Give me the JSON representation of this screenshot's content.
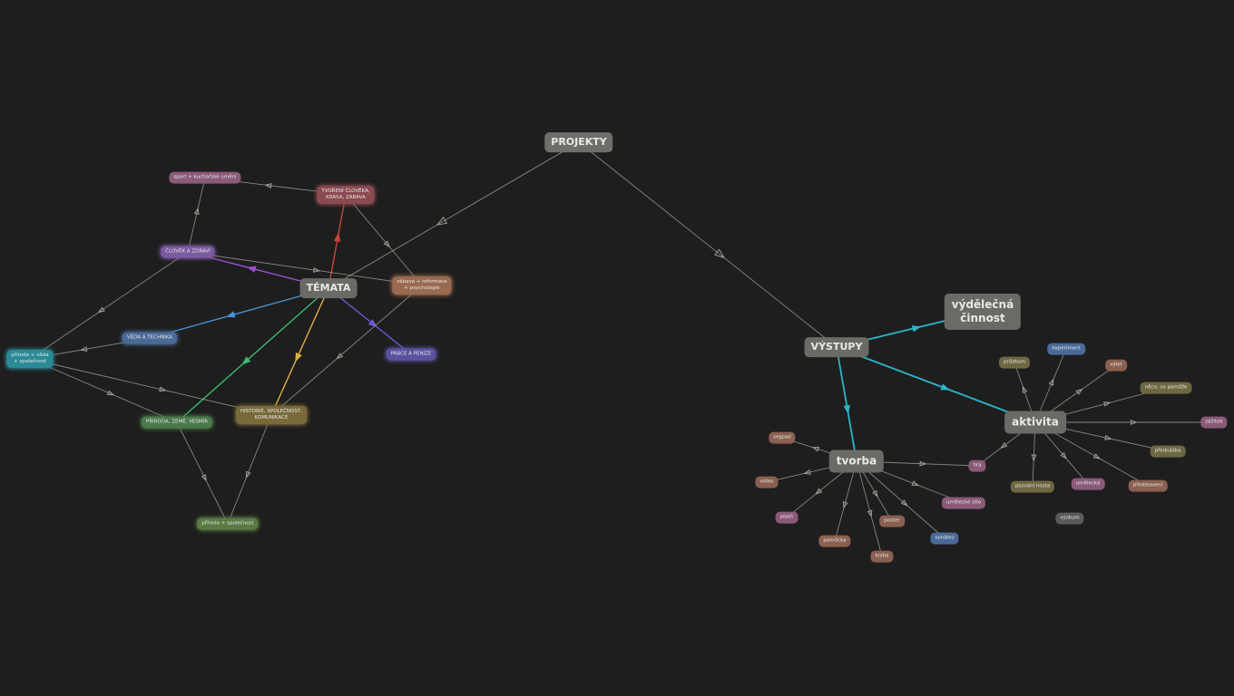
{
  "colors": {
    "background": "#1e1e1e",
    "edge_default": "#a8a8a0",
    "edge_cyan": "#2bb5c8"
  },
  "nodes": [
    {
      "id": "projekty",
      "label": "PROJEKTY",
      "color": "#6e6e6a",
      "size": "m",
      "glow": false
    },
    {
      "id": "temata",
      "label": "TÉMATA",
      "color": "#6a6a66",
      "size": "m",
      "glow": false
    },
    {
      "id": "vystupy",
      "label": "VÝSTUPY",
      "color": "#6a6a66",
      "size": "m",
      "glow": false
    },
    {
      "id": "vydelecna",
      "label": "výdělečná\nčinnost",
      "color": "#6a6a66",
      "size": "l",
      "glow": false
    },
    {
      "id": "tvorba",
      "label": "tvorba",
      "color": "#6a6a66",
      "size": "l",
      "glow": false
    },
    {
      "id": "aktivita",
      "label": "aktivita",
      "color": "#6a6a66",
      "size": "l",
      "glow": false
    },
    {
      "id": "sport",
      "label": "sport + kuchařské umění",
      "color": "#8a5a78",
      "size": "xs",
      "glow": false
    },
    {
      "id": "tvoreni",
      "label": "TVOŘENÍ ČLOVĚKA,\nKRÁSA, ZÁBAVA",
      "color": "#8a4a50",
      "size": "xs",
      "glow": true
    },
    {
      "id": "clovek",
      "label": "ČLOVĚK A ZDRAVÍ",
      "color": "#7a5aa0",
      "size": "xs",
      "glow": true
    },
    {
      "id": "zabava",
      "label": "zábava + informace\n+ psychologie",
      "color": "#9a6a50",
      "size": "xs",
      "glow": true
    },
    {
      "id": "veda",
      "label": "VĚDA A TECHNIKA",
      "color": "#4a6a98",
      "size": "xs",
      "glow": true
    },
    {
      "id": "priroda_veda",
      "label": "příroda + věda\n+ společnost",
      "color": "#2a8a96",
      "size": "xs",
      "glow": true
    },
    {
      "id": "prace",
      "label": "PRÁCE A PENÍZE",
      "color": "#5a52a0",
      "size": "xs",
      "glow": true
    },
    {
      "id": "priroda_zeme",
      "label": "PŘÍRODA, ZEMĚ, VESMÍR",
      "color": "#4a7a4a",
      "size": "xs",
      "glow": true
    },
    {
      "id": "historie",
      "label": "HISTORIE, SPOLEČNOST,\nKOMUNIKACE",
      "color": "#7a6a3a",
      "size": "xs",
      "glow": true
    },
    {
      "id": "priroda_spol",
      "label": "příroda + společnost",
      "color": "#5a7a44",
      "size": "xs",
      "glow": true
    },
    {
      "id": "pruzkum",
      "label": "průzkum",
      "color": "#6e6842",
      "size": "xs",
      "glow": false
    },
    {
      "id": "experiment",
      "label": "experiment",
      "color": "#4a6a98",
      "size": "xs",
      "glow": false
    },
    {
      "id": "vylet",
      "label": "výlet",
      "color": "#8a6050",
      "size": "xs",
      "glow": false
    },
    {
      "id": "neco",
      "label": "něco, co pomůže",
      "color": "#6e6842",
      "size": "xs",
      "glow": false
    },
    {
      "id": "zazitek",
      "label": "zážitek",
      "color": "#8a5a78",
      "size": "xs",
      "glow": false
    },
    {
      "id": "prednaska",
      "label": "přednáška",
      "color": "#6e6842",
      "size": "xs",
      "glow": false
    },
    {
      "id": "predstaveni",
      "label": "představení",
      "color": "#8a6050",
      "size": "xs",
      "glow": false
    },
    {
      "id": "umelecka",
      "label": "umělecká",
      "color": "#8a5a78",
      "size": "xs",
      "glow": false
    },
    {
      "id": "pozvani",
      "label": "pozvání hosta",
      "color": "#6e6842",
      "size": "xs",
      "glow": false
    },
    {
      "id": "vyzkum",
      "label": "výzkum",
      "color": "#5a5a58",
      "size": "xs",
      "glow": false
    },
    {
      "id": "hra",
      "label": "hra",
      "color": "#8a5a78",
      "size": "xs",
      "glow": false
    },
    {
      "id": "organ",
      "label": "orgpad",
      "color": "#8a6050",
      "size": "xs",
      "glow": false
    },
    {
      "id": "video",
      "label": "video",
      "color": "#8a6050",
      "size": "xs",
      "glow": false
    },
    {
      "id": "pisen",
      "label": "píseň",
      "color": "#8a5a78",
      "size": "xs",
      "glow": false
    },
    {
      "id": "pomucka",
      "label": "pomůcka",
      "color": "#8a6050",
      "size": "xs",
      "glow": false
    },
    {
      "id": "kniha",
      "label": "kniha",
      "color": "#8a6050",
      "size": "xs",
      "glow": false
    },
    {
      "id": "poster",
      "label": "poster",
      "color": "#8a6050",
      "size": "xs",
      "glow": false
    },
    {
      "id": "vynalez",
      "label": "vynález",
      "color": "#4a6a98",
      "size": "xs",
      "glow": false
    },
    {
      "id": "umelecke_dilo",
      "label": "umělecké dílo",
      "color": "#8a5a78",
      "size": "xs",
      "glow": false
    }
  ],
  "edges": [
    {
      "from": "projekty",
      "to": "temata",
      "color": "#a8a8a0"
    },
    {
      "from": "projekty",
      "to": "vystupy",
      "color": "#a8a8a0"
    },
    {
      "from": "temata",
      "to": "tvoreni",
      "color": "#c8443c"
    },
    {
      "from": "temata",
      "to": "clovek",
      "color": "#9a50d0"
    },
    {
      "from": "temata",
      "to": "veda",
      "color": "#4a90d0"
    },
    {
      "from": "temata",
      "to": "priroda_zeme",
      "color": "#3ab870"
    },
    {
      "from": "temata",
      "to": "historie",
      "color": "#e0b040"
    },
    {
      "from": "temata",
      "to": "prace",
      "color": "#6a5ad0"
    },
    {
      "from": "tvoreni",
      "to": "sport",
      "color": "#a8a8a0"
    },
    {
      "from": "tvoreni",
      "to": "zabava",
      "color": "#a8a8a0"
    },
    {
      "from": "clovek",
      "to": "sport",
      "color": "#a8a8a0"
    },
    {
      "from": "clovek",
      "to": "zabava",
      "color": "#a8a8a0"
    },
    {
      "from": "clovek",
      "to": "priroda_veda",
      "color": "#a8a8a0"
    },
    {
      "from": "veda",
      "to": "priroda_veda",
      "color": "#a8a8a0"
    },
    {
      "from": "priroda_veda",
      "to": "priroda_zeme",
      "color": "#a8a8a0"
    },
    {
      "from": "priroda_veda",
      "to": "historie",
      "color": "#a8a8a0"
    },
    {
      "from": "zabava",
      "to": "historie",
      "color": "#a8a8a0"
    },
    {
      "from": "priroda_zeme",
      "to": "priroda_spol",
      "color": "#a8a8a0"
    },
    {
      "from": "historie",
      "to": "priroda_spol",
      "color": "#a8a8a0"
    },
    {
      "from": "vystupy",
      "to": "vydelecna",
      "color": "#2bb5c8"
    },
    {
      "from": "vystupy",
      "to": "aktivita",
      "color": "#2bb5c8"
    },
    {
      "from": "vystupy",
      "to": "tvorba",
      "color": "#2bb5c8"
    },
    {
      "from": "aktivita",
      "to": "pruzkum",
      "color": "#a8a8a0"
    },
    {
      "from": "aktivita",
      "to": "experiment",
      "color": "#a8a8a0"
    },
    {
      "from": "aktivita",
      "to": "vylet",
      "color": "#a8a8a0"
    },
    {
      "from": "aktivita",
      "to": "neco",
      "color": "#a8a8a0"
    },
    {
      "from": "aktivita",
      "to": "zazitek",
      "color": "#a8a8a0"
    },
    {
      "from": "aktivita",
      "to": "prednaska",
      "color": "#a8a8a0"
    },
    {
      "from": "aktivita",
      "to": "predstaveni",
      "color": "#a8a8a0"
    },
    {
      "from": "aktivita",
      "to": "umelecka",
      "color": "#a8a8a0"
    },
    {
      "from": "aktivita",
      "to": "pozvani",
      "color": "#a8a8a0"
    },
    {
      "from": "aktivita",
      "to": "hra",
      "color": "#a8a8a0"
    },
    {
      "from": "tvorba",
      "to": "hra",
      "color": "#a8a8a0"
    },
    {
      "from": "tvorba",
      "to": "organ",
      "color": "#a8a8a0"
    },
    {
      "from": "tvorba",
      "to": "video",
      "color": "#a8a8a0"
    },
    {
      "from": "tvorba",
      "to": "pisen",
      "color": "#a8a8a0"
    },
    {
      "from": "tvorba",
      "to": "pomucka",
      "color": "#a8a8a0"
    },
    {
      "from": "tvorba",
      "to": "kniha",
      "color": "#a8a8a0"
    },
    {
      "from": "tvorba",
      "to": "poster",
      "color": "#a8a8a0"
    },
    {
      "from": "tvorba",
      "to": "vynalez",
      "color": "#a8a8a0"
    },
    {
      "from": "tvorba",
      "to": "umelecke_dilo",
      "color": "#a8a8a0"
    }
  ]
}
